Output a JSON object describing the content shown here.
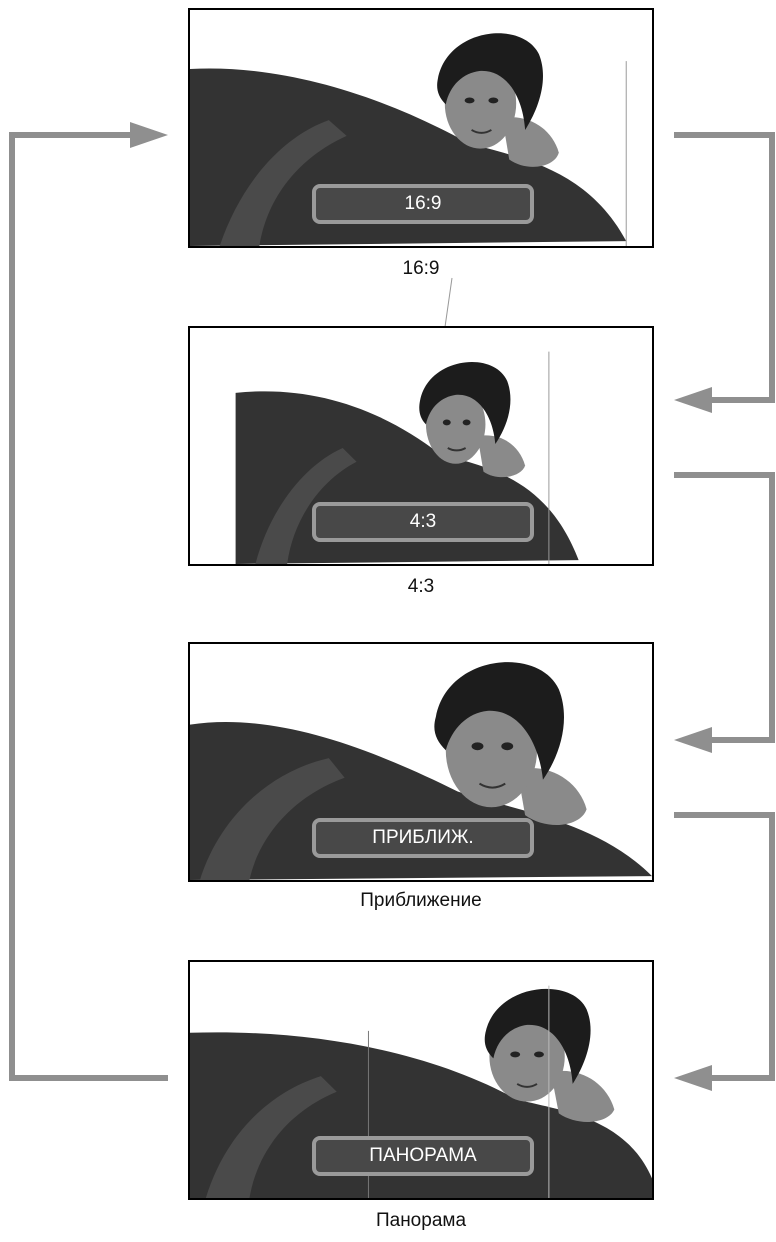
{
  "colors": {
    "connector": "#8f8f8f",
    "osd_fill": "#484848",
    "osd_border": "#9a9a9a",
    "osd_text": "#ffffff",
    "garment": "#333333",
    "skin": "#8a8a8a",
    "hair": "#1c1c1c"
  },
  "modes": [
    {
      "osd_label": "16:9",
      "caption": "16:9"
    },
    {
      "osd_label": "4:3",
      "caption": "4:3"
    },
    {
      "osd_label": "ПРИБЛИЖ.",
      "caption": "Приближение"
    },
    {
      "osd_label": "ПАНОРАМА",
      "caption": "Панорама"
    }
  ],
  "icons": {
    "arrow": "arrow-icon",
    "picture": "reclining-woman-photo"
  }
}
